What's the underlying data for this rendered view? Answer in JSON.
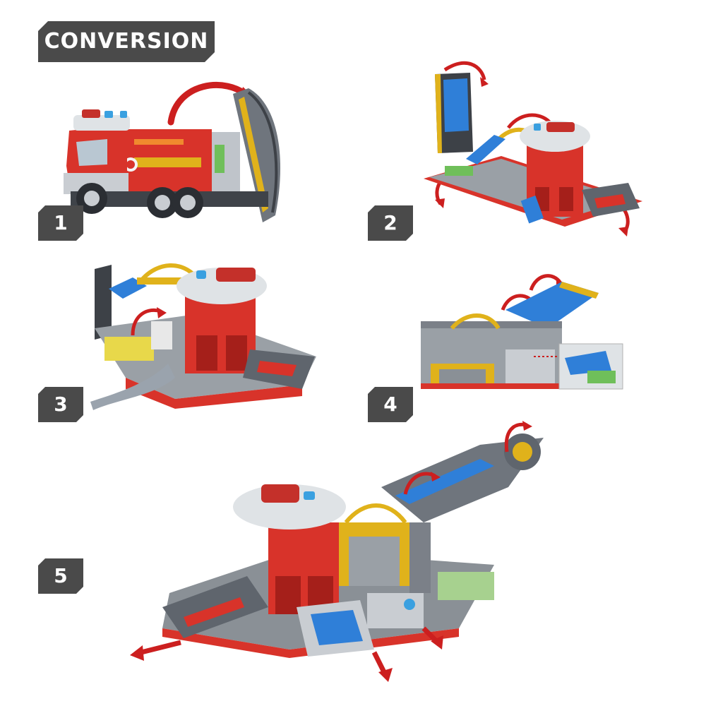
{
  "header": {
    "title": "CONVERSION"
  },
  "steps": [
    {
      "number": "1"
    },
    {
      "number": "2"
    },
    {
      "number": "3"
    },
    {
      "number": "4"
    },
    {
      "number": "5"
    }
  ],
  "colors": {
    "badge_bg": "#4a4a4a",
    "truck_red": "#d8332a",
    "ramp_blue": "#2f7fd8",
    "track_grey": "#7b8088",
    "bridge_yellow": "#e0b21b",
    "arrow_red": "#cc1f1f"
  }
}
